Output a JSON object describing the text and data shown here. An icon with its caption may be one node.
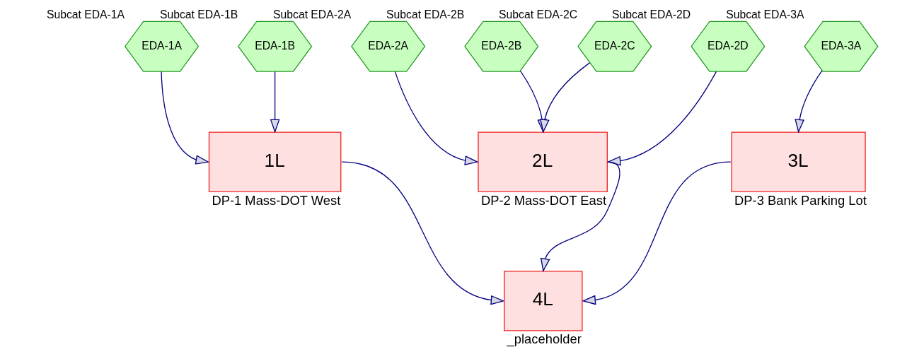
{
  "diagram": {
    "nodes": [
      {
        "text": [
          "EDA-1A"
        ],
        "beside": [
          "Subcat EDA-1A"
        ]
      },
      {
        "text": [
          "EDA-1B"
        ],
        "beside": [
          "Subcat EDA-1B"
        ]
      },
      {
        "text": [
          "EDA-2A"
        ],
        "beside": [
          "Subcat EDA-2A"
        ]
      },
      {
        "text": [
          "EDA-2B"
        ],
        "beside": [
          "Subcat EDA-2B"
        ]
      },
      {
        "text": [
          "EDA-2C"
        ],
        "beside": [
          "Subcat EDA-2C"
        ]
      },
      {
        "text": [
          "EDA-2D"
        ],
        "beside": [
          "Subcat EDA-2D"
        ]
      },
      {
        "text": [
          "EDA-3A"
        ],
        "beside": [
          "Subcat EDA-3A"
        ]
      },
      {
        "text": [
          "1L"
        ],
        "beside": [
          "DP-1 Mass-DOT West"
        ]
      },
      {
        "text": [
          "2L"
        ],
        "beside": [
          "DP-2 Mass-DOT East"
        ]
      },
      {
        "text": [
          "3L"
        ],
        "beside": [
          "DP-3 Bank Parking Lot"
        ]
      },
      {
        "text": [
          "4L"
        ],
        "beside": [
          "_placeholder"
        ]
      }
    ],
    "edges": [
      {
        "from": 0,
        "to": 7,
        "arrow": "to"
      },
      {
        "from": 1,
        "to": 7,
        "arrow": "to"
      },
      {
        "from": 2,
        "to": 8,
        "arrow": "to"
      },
      {
        "from": 3,
        "to": 8,
        "arrow": "to"
      },
      {
        "from": 4,
        "to": 8,
        "arrow": "to"
      },
      {
        "from": 5,
        "to": 8,
        "arrow": "to"
      },
      {
        "from": 6,
        "to": 9,
        "arrow": "to"
      },
      {
        "from": 7,
        "to": 10,
        "arrow": "to"
      },
      {
        "from": 8,
        "to": 10,
        "arrow": "to"
      },
      {
        "from": 9,
        "to": 10,
        "arrow": "to"
      }
    ]
  }
}
